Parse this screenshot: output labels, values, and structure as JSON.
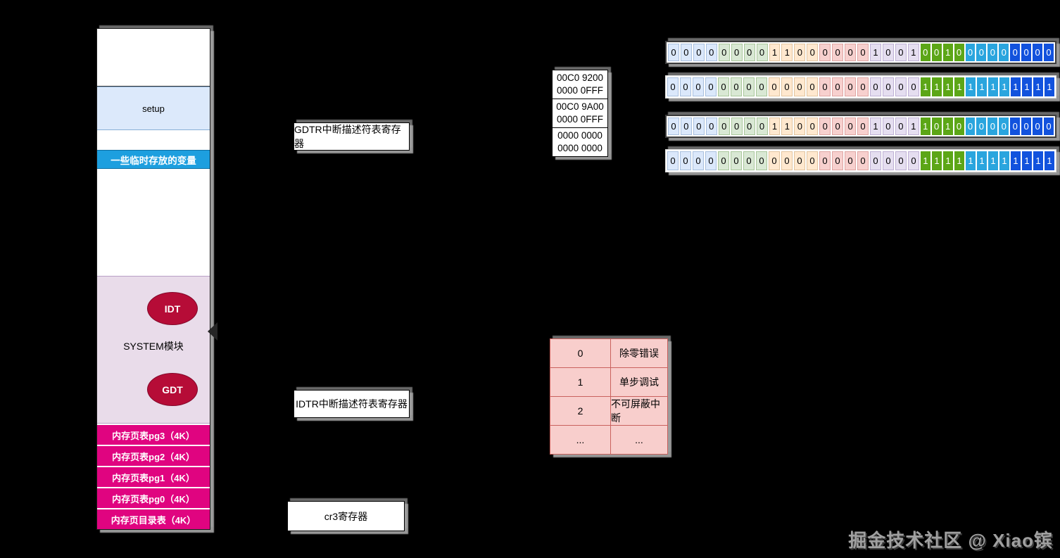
{
  "colors": {
    "background": "#000000",
    "page_table_magenta": "#e00480",
    "descriptor_ellipse_crimson": "#b60c37",
    "temp_vars_azure": "#1d9fdf",
    "setup_light_blue": "#dce9fb",
    "system_lavender": "#e9dcea",
    "interrupt_table_pink": "#f8cecc",
    "interrupt_table_border": "#c9625e",
    "bit_nibble_colors_light": [
      "#dbe8fb",
      "#d9e8d4",
      "#ffe8cf",
      "#f7d0ce",
      "#e5def0"
    ],
    "bit_nibble_colors_solid": [
      "#5ca617",
      "#2aa5de",
      "#1252dd"
    ],
    "shadow_gray": "#9e9e9e"
  },
  "memory_map": {
    "setup_label": "setup",
    "temp_vars_label": "一些临时存放的变量",
    "system_label": "SYSTEM模块",
    "idt_label": "IDT",
    "gdt_label": "GDT",
    "pages": [
      "内存页表pg3（4K）",
      "内存页表pg2（4K）",
      "内存页表pg1（4K）",
      "内存页表pg0（4K）",
      "内存页目录表（4K）"
    ]
  },
  "registers": {
    "gdtr_label": "GDTR中断描述符表寄存器",
    "idtr_label": "IDTR中断描述符表寄存器",
    "cr3_label": "cr3寄存器"
  },
  "descriptor_values": [
    {
      "line1": "00C0 9200",
      "line2": "0000 0FFF"
    },
    {
      "line1": "00C0 9A00",
      "line2": "0000 0FFF"
    },
    {
      "line1": "0000 0000",
      "line2": "0000 0000"
    }
  ],
  "bit_rows": [
    {
      "hex": "00C09200",
      "bits": "00000000110000001001001000000000"
    },
    {
      "hex": "00000FFF",
      "bits": "00000000000000000000111111111111"
    },
    {
      "hex": "00C09A00",
      "bits": "00000000110000001001101000000000"
    },
    {
      "hex": "00000FFF",
      "bits": "00000000000000000000111111111111"
    }
  ],
  "interrupt_table": {
    "rows": [
      [
        "0",
        "除零错误"
      ],
      [
        "1",
        "单步调试"
      ],
      [
        "2",
        "不可屏蔽中断"
      ],
      [
        "...",
        "..."
      ]
    ]
  },
  "watermark": "掘金技术社区 @ Xiao镔"
}
